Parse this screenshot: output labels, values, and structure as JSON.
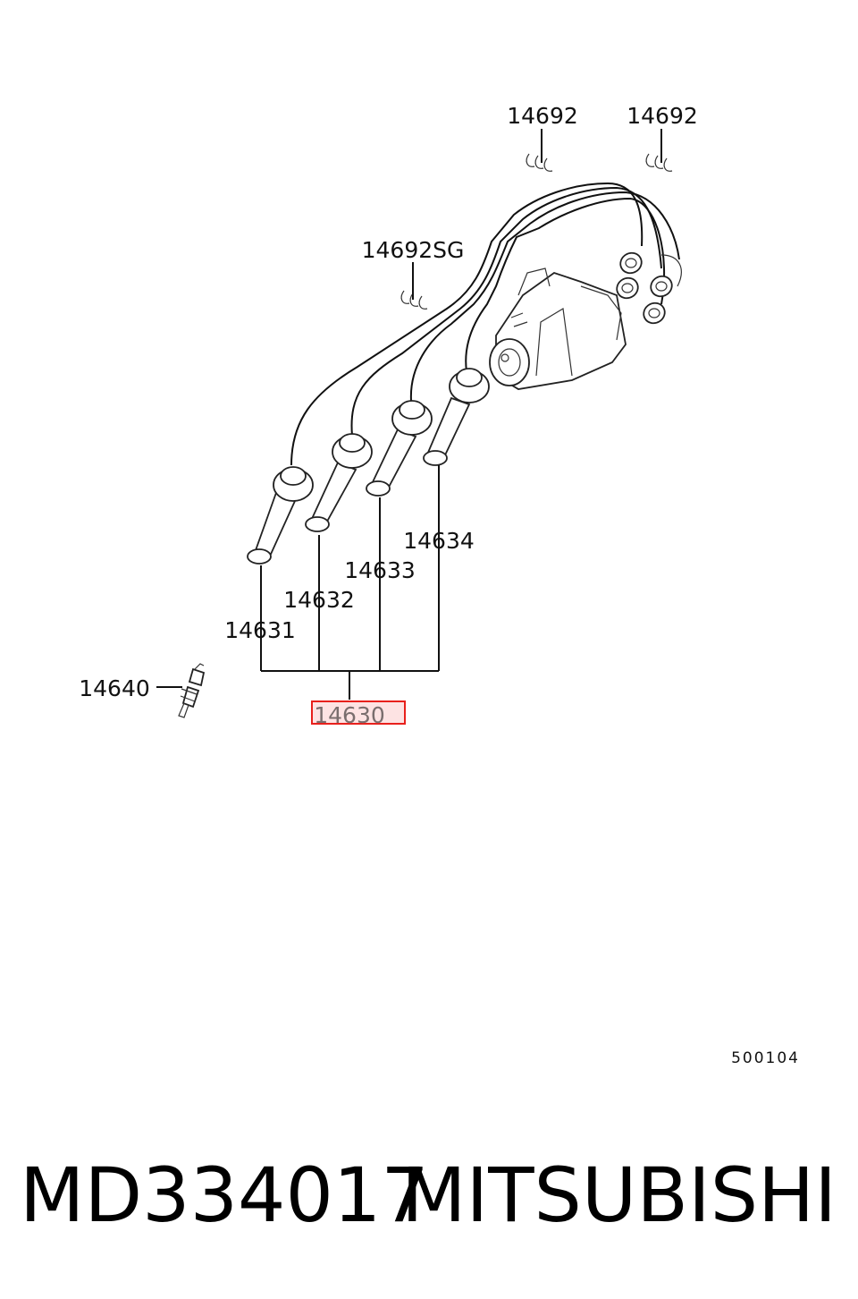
{
  "callouts": {
    "clip_a": "14692",
    "clip_b": "14692",
    "clip_sg": "14692SG",
    "cable_1": "14631",
    "cable_2": "14632",
    "cable_3": "14633",
    "cable_4": "14634",
    "spark_plug": "14640",
    "cable_set": "14630"
  },
  "diagram_code": "500104",
  "caption": {
    "part_number": "MD334017",
    "brand": "MITSUBISHI"
  },
  "colors": {
    "highlight_border": "#e8201c",
    "highlight_fill": "#fde3e3",
    "line": "#111111"
  }
}
